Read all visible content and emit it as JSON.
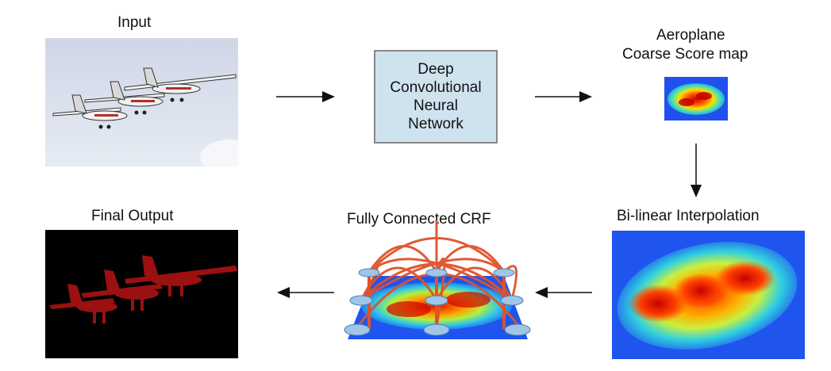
{
  "stages": {
    "input": {
      "title": "Input"
    },
    "dcnn": {
      "lines": [
        "Deep",
        "Convolutional",
        "Neural",
        "Network"
      ]
    },
    "coarse": {
      "title_line1": "Aeroplane",
      "title_line2": "Coarse Score map"
    },
    "bilinear": {
      "title": "Bi-linear Interpolation"
    },
    "crf": {
      "title": "Fully Connected CRF"
    },
    "output": {
      "title": "Final Output"
    }
  },
  "colors": {
    "dcnn_fill": "#cfe3ef",
    "arrow": "#111111",
    "crf_edges": "#e0522a",
    "segmentation": "#9b1010"
  }
}
